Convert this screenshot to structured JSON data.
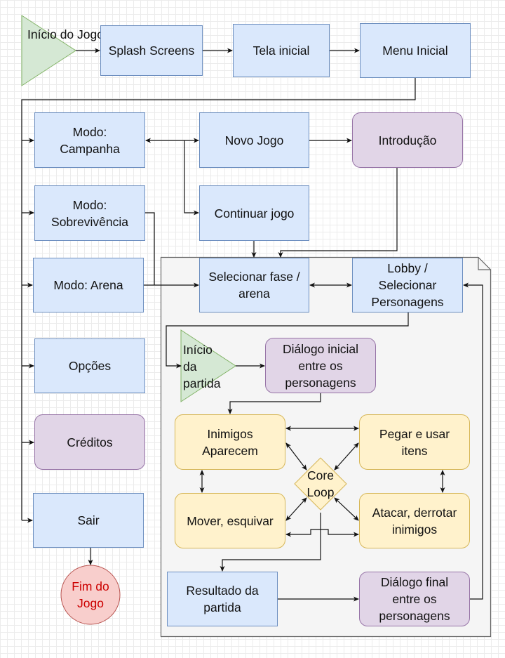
{
  "nodes": {
    "start": "Início do Jogo",
    "splash": "Splash Screens",
    "tela_inicial": "Tela inicial",
    "menu_inicial": "Menu Inicial",
    "modo_campanha": "Modo: Campanha",
    "novo_jogo": "Novo Jogo",
    "introducao": "Introdução",
    "modo_sobrevivencia": "Modo: Sobrevivência",
    "continuar_jogo": "Continuar jogo",
    "modo_arena": "Modo: Arena",
    "selecionar_fase": "Selecionar fase / arena",
    "lobby": "Lobby / Selecionar Personagens",
    "opcoes": "Opções",
    "inicio_partida": "Início da partida",
    "dialogo_inicial": "Diálogo inicial entre os personagens",
    "creditos": "Créditos",
    "inimigos_aparecem": "Inimigos Aparecem",
    "pegar_itens": "Pegar e usar itens",
    "core_loop": "Core Loop",
    "mover_esquivar": "Mover, esquivar",
    "atacar": "Atacar, derrotar inimigos",
    "sair": "Sair",
    "resultado": "Resultado da partida",
    "dialogo_final": "Diálogo final entre os personagens",
    "fim": "Fim do Jogo"
  },
  "colors": {
    "process_fill": "#dae8fc",
    "process_stroke": "#6c8ebf",
    "story_fill": "#e1d5e7",
    "story_stroke": "#9673a6",
    "loop_fill": "#fff2cc",
    "loop_stroke": "#d6b656",
    "start_fill": "#d5e8d4",
    "start_stroke": "#82b366",
    "end_fill": "#f8cecc",
    "end_stroke": "#b85450",
    "end_text": "#cc0000",
    "group_fill": "#f5f5f5",
    "group_stroke": "#666666"
  }
}
